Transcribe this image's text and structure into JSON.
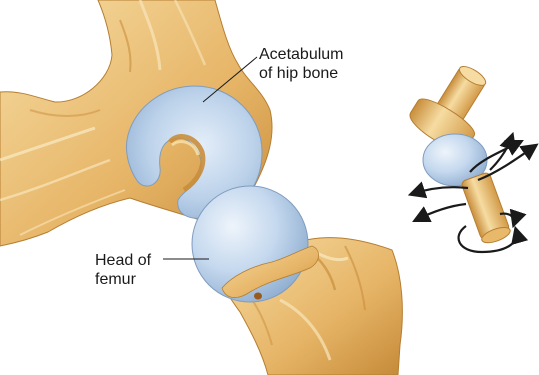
{
  "labels": {
    "acetabulum": "Acetabulum\nof hip bone",
    "head_of_femur": "Head of\nfemur"
  },
  "colors": {
    "bone": "#e8b86b",
    "bone_light": "#f6dda4",
    "bone_shadow": "#c98e3c",
    "cartilage": "#bcd2ea",
    "cartilage_light": "#e2edf8",
    "cartilage_shadow": "#95b3d4",
    "leader": "#1a1a1a",
    "arrow": "#1a1a1a"
  },
  "icons": [
    "hip-bone-illustration",
    "femur-illustration",
    "ball-and-socket-model",
    "rotation-arrows"
  ]
}
